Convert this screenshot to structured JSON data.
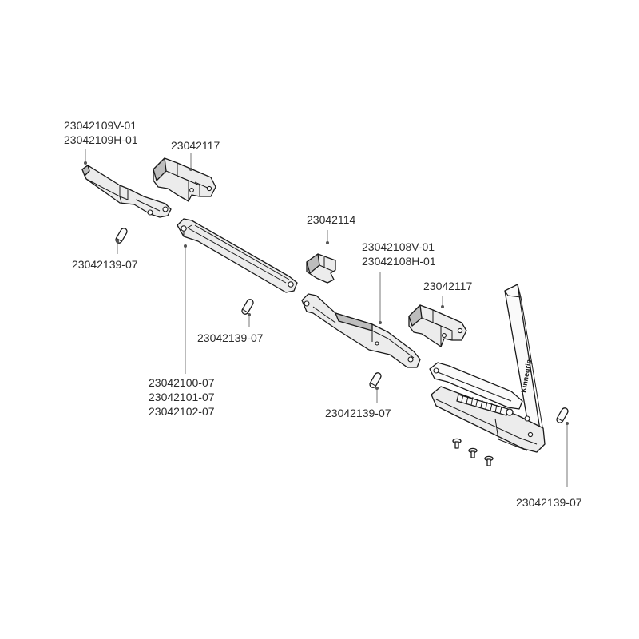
{
  "labels": {
    "rod_front": [
      "23042109V-01",
      "23042109H-01"
    ],
    "clip_left": "23042117",
    "pin_1": "23042139-07",
    "rod_long": [
      "23042100-07",
      "23042101-07",
      "23042102-07"
    ],
    "pin_2": "23042139-07",
    "clip_small": "23042114",
    "rod_mid": [
      "23042108V-01",
      "23042108H-01"
    ],
    "clip_right": "23042117",
    "pin_3": "23042139-07",
    "pin_4": "23042139-07"
  },
  "brand": "Kinnegrip"
}
